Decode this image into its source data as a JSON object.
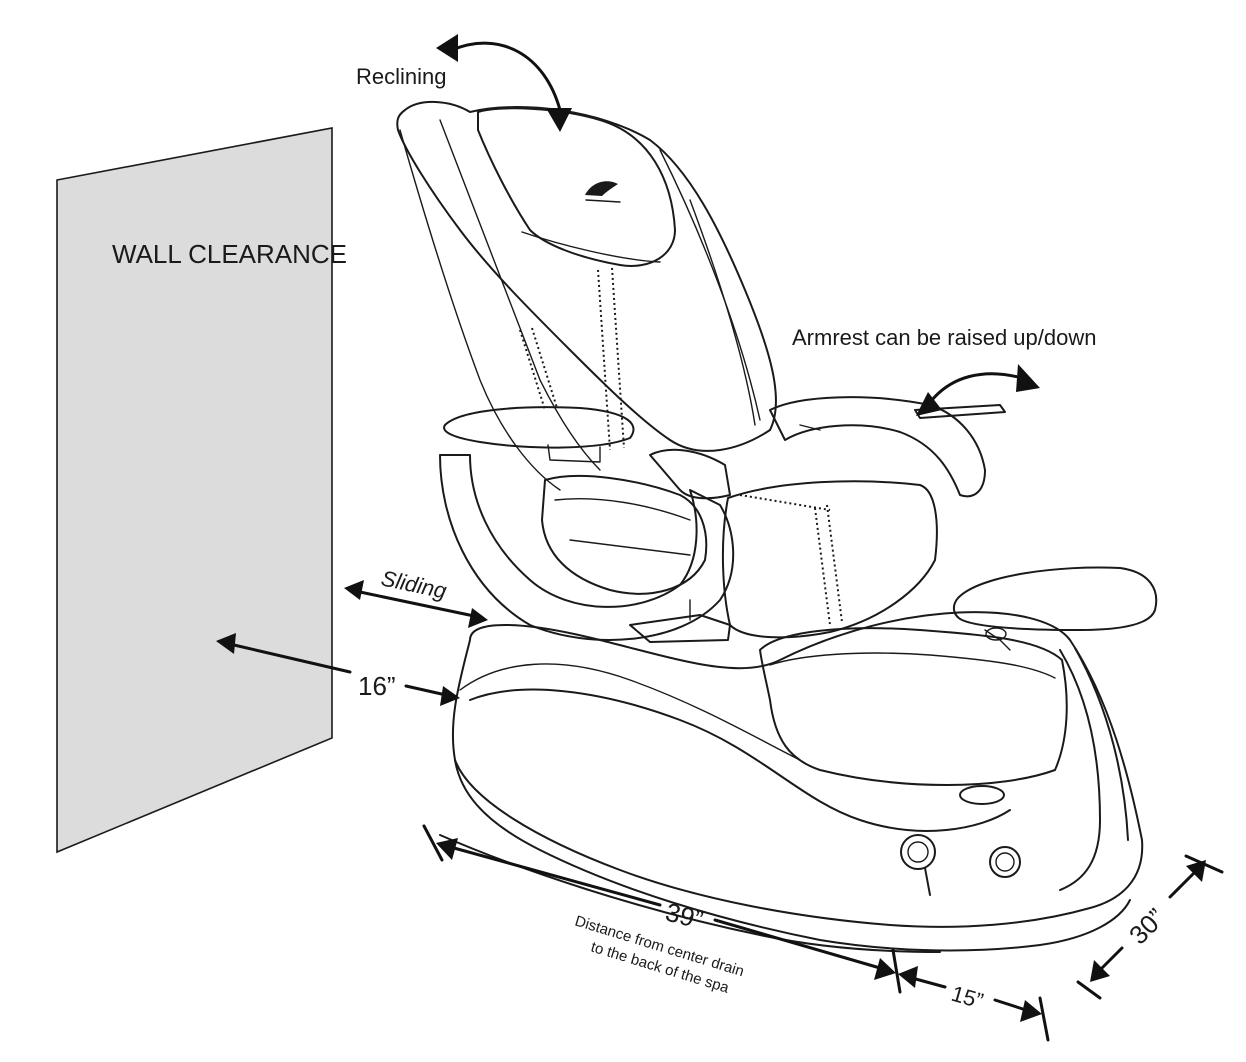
{
  "labels": {
    "reclining": "Reclining",
    "wall_clearance": "WALL CLEARANCE",
    "armrest": "Armrest can be raised up/down",
    "sliding": "Sliding",
    "dim_wall": "16”",
    "dim_length": "39”",
    "dim_length_note_1": "Distance from center drain",
    "dim_length_note_2": "to the back of the spa",
    "dim_drain": "15”",
    "dim_width": "30”"
  },
  "brand_logo": "chair-brand-logo",
  "colors": {
    "wall_fill": "#dcdcdc",
    "ink": "#1a1a1a"
  }
}
